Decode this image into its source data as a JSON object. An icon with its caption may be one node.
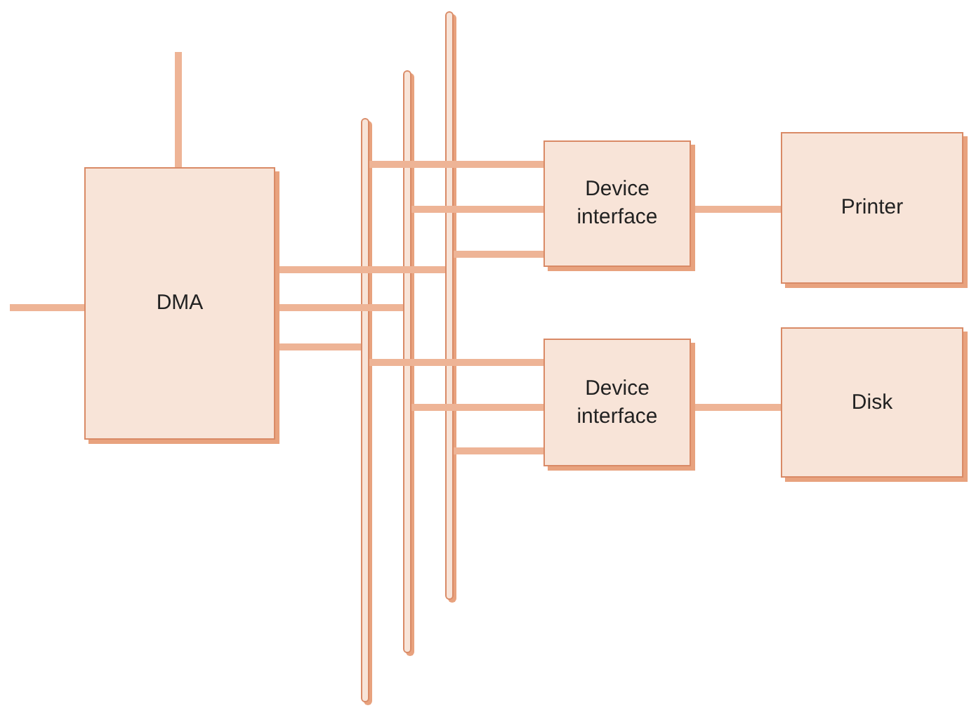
{
  "diagram": {
    "nodes": [
      {
        "text": [
          "DMA"
        ]
      },
      {
        "text": [
          "Device interface"
        ]
      },
      {
        "text": [
          "Printer"
        ]
      },
      {
        "text": [
          "Device interface"
        ]
      },
      {
        "text": [
          "Disk"
        ]
      },
      {
        "text": [],
        "shape": "bar"
      },
      {
        "text": [],
        "shape": "bar"
      },
      {
        "text": [],
        "shape": "bar"
      }
    ],
    "edges": [
      {
        "from": null,
        "to": 0,
        "arrow": "none"
      },
      {
        "from": 0,
        "to": null,
        "arrow": "none"
      },
      {
        "from": 0,
        "to": 7,
        "arrow": "none"
      },
      {
        "from": 0,
        "to": 6,
        "arrow": "none"
      },
      {
        "from": 0,
        "to": 5,
        "arrow": "none"
      },
      {
        "from": 5,
        "to": 1,
        "arrow": "none"
      },
      {
        "from": 6,
        "to": 1,
        "arrow": "none"
      },
      {
        "from": 7,
        "to": 1,
        "arrow": "none"
      },
      {
        "from": 5,
        "to": 3,
        "arrow": "none"
      },
      {
        "from": 6,
        "to": 3,
        "arrow": "none"
      },
      {
        "from": 7,
        "to": 3,
        "arrow": "none"
      },
      {
        "from": 1,
        "to": 2,
        "arrow": "none"
      },
      {
        "from": 3,
        "to": 4,
        "arrow": "none"
      }
    ]
  }
}
